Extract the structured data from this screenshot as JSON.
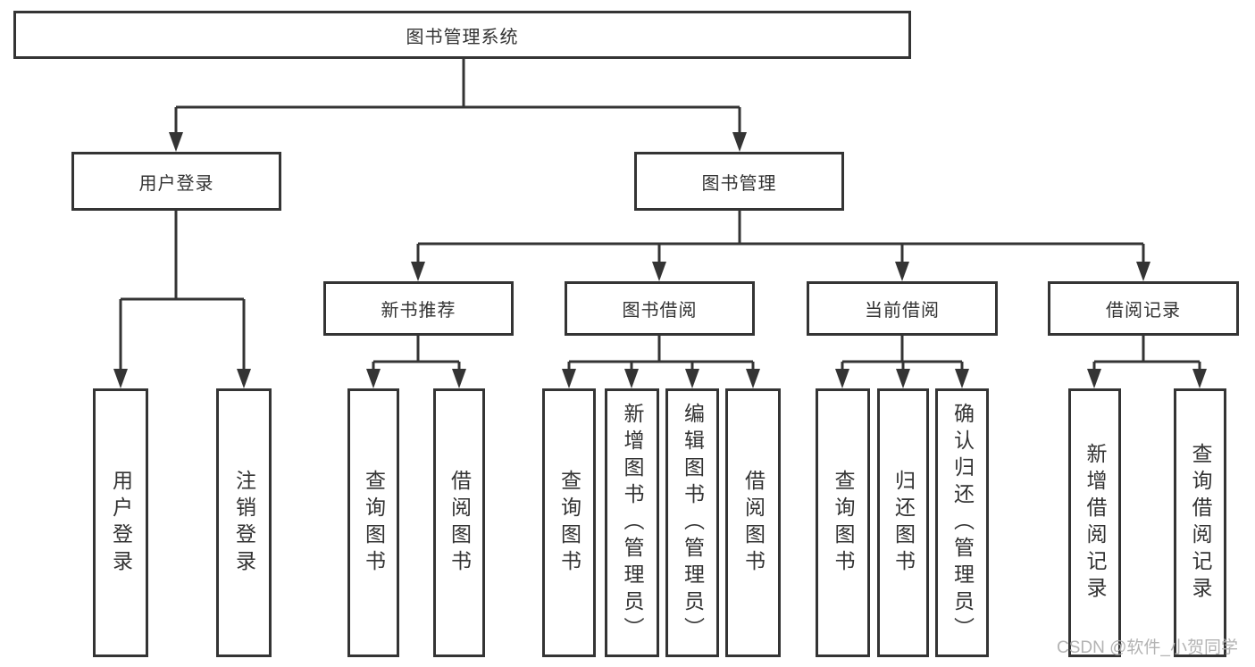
{
  "diagram": {
    "title": "图书管理系统",
    "level2": [
      "用户登录",
      "图书管理"
    ],
    "level3": [
      "新书推荐",
      "图书借阅",
      "当前借阅",
      "借阅记录"
    ],
    "leaves": {
      "user_login": [
        "用户登录",
        "注销登录"
      ],
      "new_books": [
        "查询图书",
        "借阅图书"
      ],
      "book_borrowing": [
        "查询图书",
        "新增图书（管理员）",
        "编辑图书（管理员）",
        "借阅图书"
      ],
      "current_borrowing": [
        "查询图书",
        "归还图书",
        "确认归还（管理员）"
      ],
      "borrowing_records": [
        "新增借阅记录",
        "查询借阅记录"
      ]
    },
    "watermark": "CSDN @软件_小贺同学",
    "colors": {
      "line": "#343434",
      "text": "#333333",
      "background": "#ffffff",
      "watermark": "#afafaf"
    }
  }
}
